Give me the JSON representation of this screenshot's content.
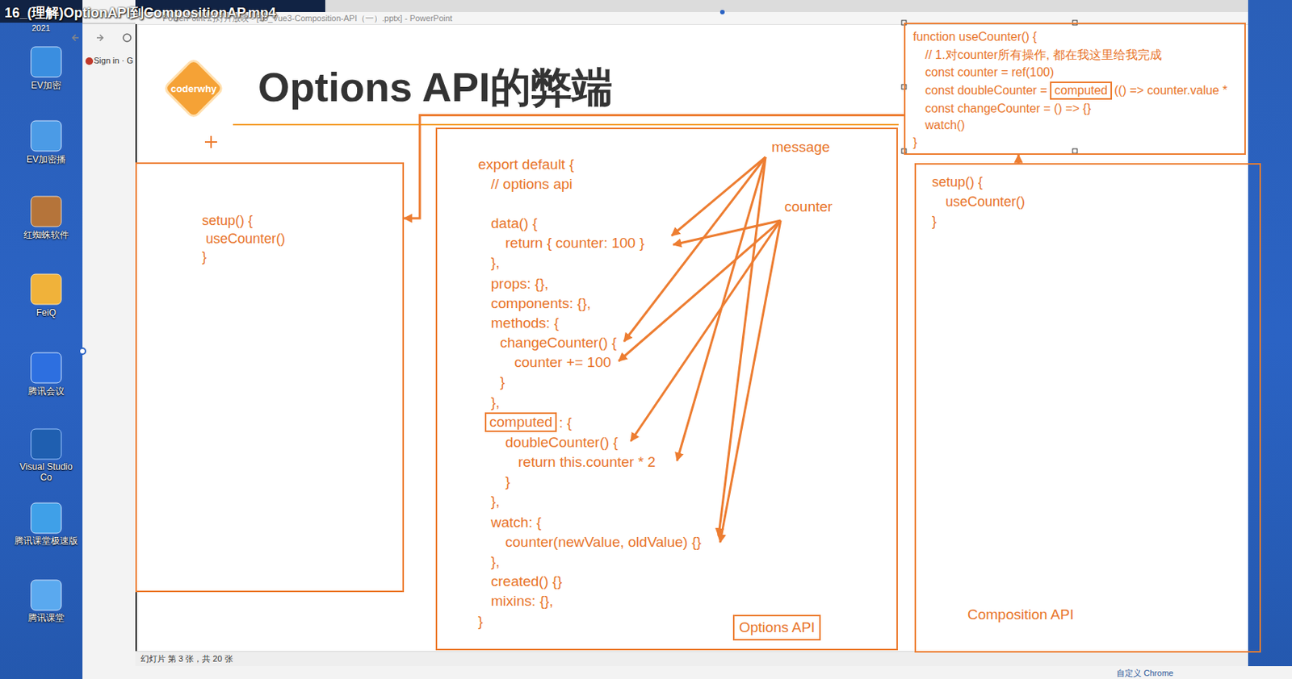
{
  "diagram": {
    "title": "Options API的弊端",
    "nodes": [
      {
        "text": [
          "coderwhy"
        ]
      },
      {
        "text": [
          "function useCounter() {",
          "// 1.对counter所有操作, 都在我这里给我完成",
          "const counter = ref(100)",
          "const doubleCounter =",
          "(() => counter.value *",
          "const changeCounter = () => {}",
          "watch()",
          "}"
        ]
      },
      {
        "text": [
          "computed"
        ],
        "in": 1
      },
      {
        "text": [
          "setup() {",
          "useCounter()",
          "}"
        ]
      },
      {
        "text": [
          "export default {",
          "// options api",
          "data() {",
          "return { counter: 100 }",
          "},",
          "props: {},",
          "components: {},",
          "methods: {",
          "changeCounter() {",
          "counter += 100",
          "}",
          "},",
          ": {",
          "doubleCounter() {",
          "return this.counter * 2",
          "}",
          "},",
          "watch: {",
          "counter(newValue, oldValue) {}",
          "},",
          "created() {}",
          "mixins: {},",
          "}"
        ]
      },
      {
        "text": [
          "computed"
        ],
        "in": 4
      },
      {
        "text": [
          "Options API"
        ],
        "in": 4
      },
      {
        "text": [
          "setup() {",
          "useCounter()",
          "}",
          "Composition API"
        ]
      }
    ],
    "edges": [
      {
        "from": 1,
        "to": 3,
        "arrow": "to"
      },
      {
        "from": 7,
        "to": 1,
        "arrow": "to"
      }
    ],
    "labels": [
      "16_(理解)OptionAPI到CompositionAP.mp4",
      "2021",
      "EV加密",
      "EV加密播",
      "红蜘蛛软件",
      "FeiQ",
      "腾讯会议",
      "Visual Studio Co",
      "腾讯课堂极速版",
      "腾讯课堂",
      "Sign in · G",
      "PowerPoint 幻灯片放映 - [10_Vue3-Composition-API（一）.pptx] - PowerPoint",
      "message",
      "counter",
      "幻灯片 第 3 张，共 20 张",
      "自定义 Chrome"
    ]
  }
}
